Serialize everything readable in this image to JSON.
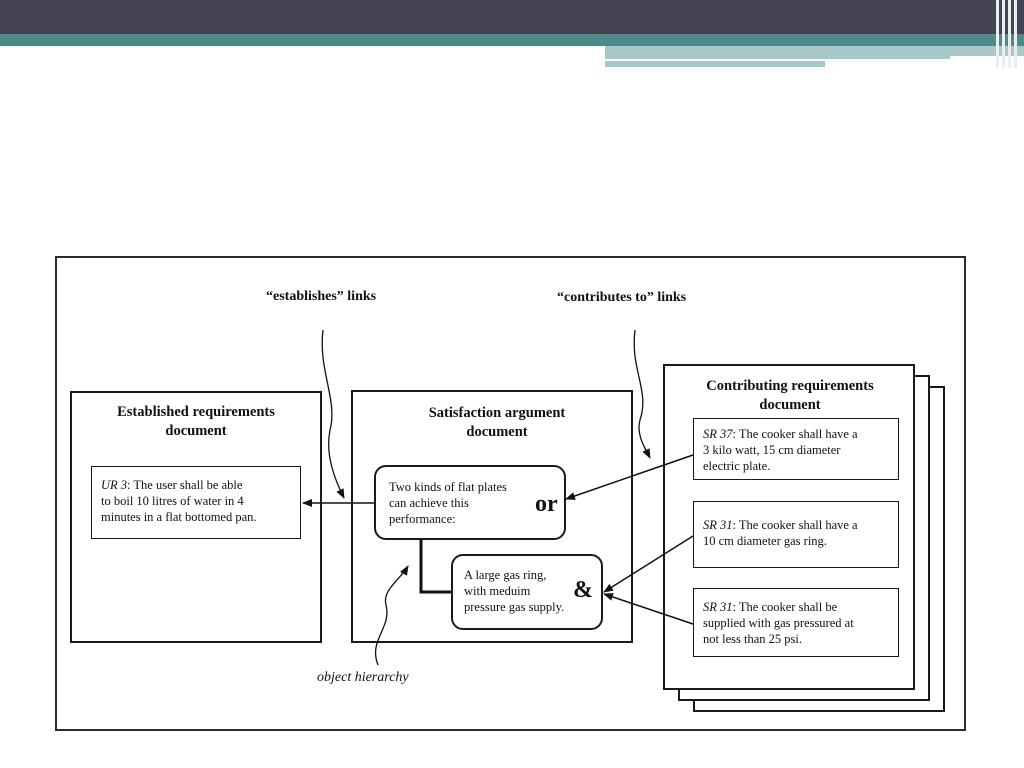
{
  "colors": {
    "header_dark": "#444255",
    "header_teal": "#4f8a8b",
    "header_light": "#a8c7c8",
    "frame": "#2b2b2b"
  },
  "labels": {
    "establishes_links": "“establishes” links",
    "contributes_links": "“contributes to” links",
    "object_hierarchy": "object hierarchy"
  },
  "established_doc": {
    "title": "Established requirements document",
    "ur_id": "UR 3",
    "ur_text_1": ": The user shall be able",
    "ur_text_2": "to boil 10 litres of water in 4",
    "ur_text_3": "minutes in a flat bottomed pan."
  },
  "satisfaction_doc": {
    "title": "Satisfaction argument document",
    "or_text_1": "Two kinds of flat plates",
    "or_text_2": "can achieve this",
    "or_text_3": "performance:",
    "or_operator": "or",
    "and_text_1": "A large gas ring,",
    "and_text_2": "with meduim",
    "and_text_3": "pressure gas supply.",
    "and_operator": "&"
  },
  "contributing_doc": {
    "title": "Contributing requirements document",
    "sr37_id": "SR 37",
    "sr37_text_1": ": The cooker shall have a",
    "sr37_text_2": "3 kilo watt, 15 cm diameter",
    "sr37_text_3": "electric plate.",
    "sr31a_id": "SR 31",
    "sr31a_text_1": ": The cooker shall have a",
    "sr31a_text_2": "10 cm diameter gas ring.",
    "sr31b_id": "SR 31",
    "sr31b_text_1": ": The cooker shall be",
    "sr31b_text_2": "supplied with gas pressured at",
    "sr31b_text_3": "not less than 25 psi."
  }
}
